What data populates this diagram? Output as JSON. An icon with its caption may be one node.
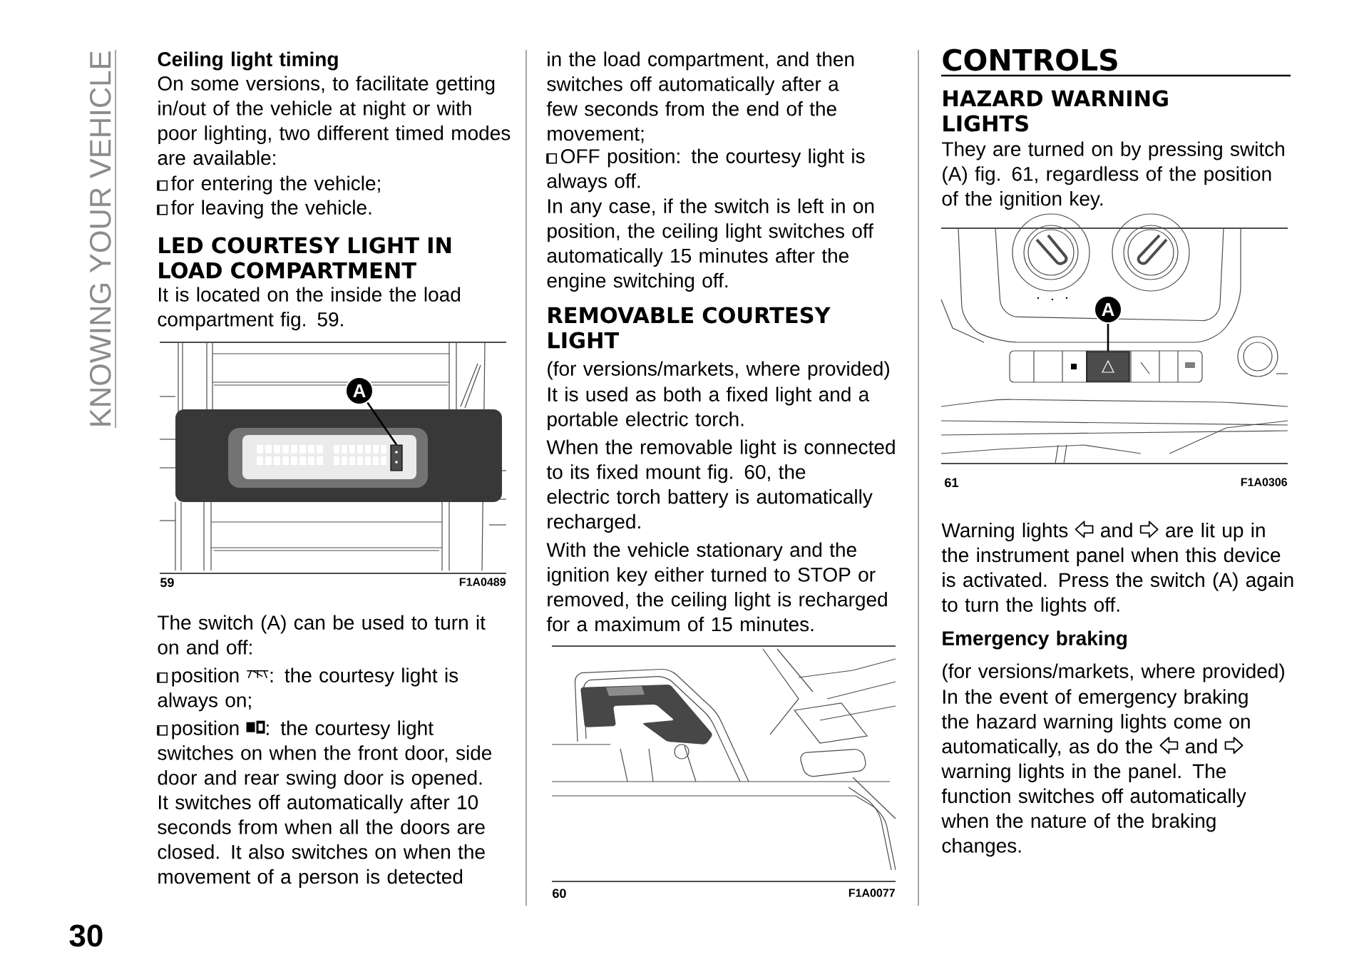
{
  "diagram": {
    "nodes": [
      {
        "text": [
          "A"
        ]
      },
      {
        "text": [],
        "shape": "box"
      },
      {
        "text": [
          "A"
        ]
      },
      {
        "text": [],
        "shape": "box"
      }
    ],
    "edges": [
      {
        "from": 0,
        "to": 1,
        "arrow": "none"
      },
      {
        "from": 2,
        "to": 3,
        "arrow": "none"
      }
    ],
    "labels": [
      "KNOWING YOUR VEHICLE",
      "Ceiling light timing",
      "On some versions, to facilitate getting in/out of the vehicle at night or with poor lighting, two different timed modes are available:",
      "for entering the vehicle;",
      "for leaving the vehicle.",
      "LED COURTESY LIGHT IN LOAD COMPARTMENT",
      "It is located on the inside the load compartment fig. 59.",
      "59",
      "F1A0489",
      "The switch (A) can be used to turn it on and off:",
      "position",
      ": the courtesy light is always on;",
      "position",
      ": the courtesy light switches on when the front door, side door and rear swing door is opened.",
      "It switches off automatically after 10 seconds from when all the doors are closed. It also switches on when the movement of a person is detected",
      "in the load compartment, and then switches off automatically after a few seconds from the end of the movement;",
      "OFF position: the courtesy light is always off.",
      "In any case, if the switch is left in on position, the ceiling light switches off automatically 15 minutes after the engine switching off.",
      "REMOVABLE COURTESY LIGHT",
      "(for versions/markets, where provided)",
      "It is used as both a fixed light and a portable electric torch.",
      "When the removable light is connected to its fixed mount fig. 60, the electric torch battery is automatically recharged.",
      "With the vehicle stationary and the ignition key either turned to STOP or removed, the ceiling light is recharged for a maximum of 15 minutes.",
      "60",
      "F1A0077",
      "CONTROLS",
      "HAZARD WARNING LIGHTS",
      "They are turned on by pressing switch (A) fig. 61, regardless of the position of the ignition key.",
      "61",
      "F1A0306",
      "Warning lights",
      "and",
      "are lit up in the instrument panel when this device is activated. Press the switch (A) again to turn the lights off.",
      "Emergency braking",
      "(for versions/markets, where provided)",
      "In the event of emergency braking the hazard warning lights come on automatically, as do the",
      "and",
      "warning lights in the panel. The function switches off automatically when the nature of the braking changes.",
      "30"
    ]
  }
}
